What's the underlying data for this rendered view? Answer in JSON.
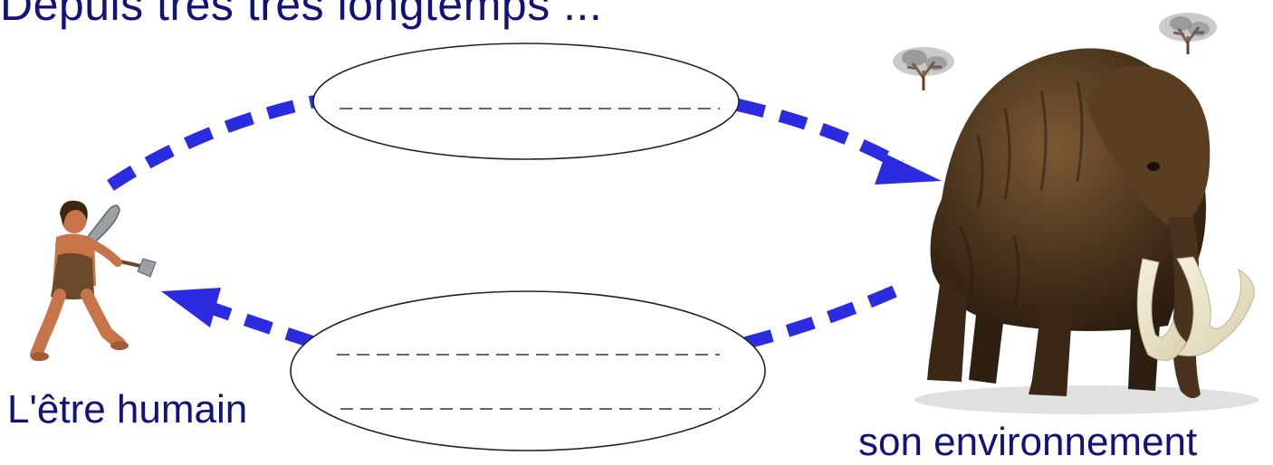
{
  "title": "Depuis très très longtemps ...",
  "labels": {
    "human": "L'être humain",
    "environment": "son environnement"
  },
  "blanks": {
    "top_lines": 1,
    "bottom_lines": 2
  },
  "colors": {
    "text": "#12127a",
    "arrow": "#2b2be0",
    "ellipse_stroke": "#222222"
  },
  "icons": {
    "human": "caveman-with-club-icon",
    "environment": "woolly-mammoth-icon",
    "trees": "bare-tree-icon"
  }
}
